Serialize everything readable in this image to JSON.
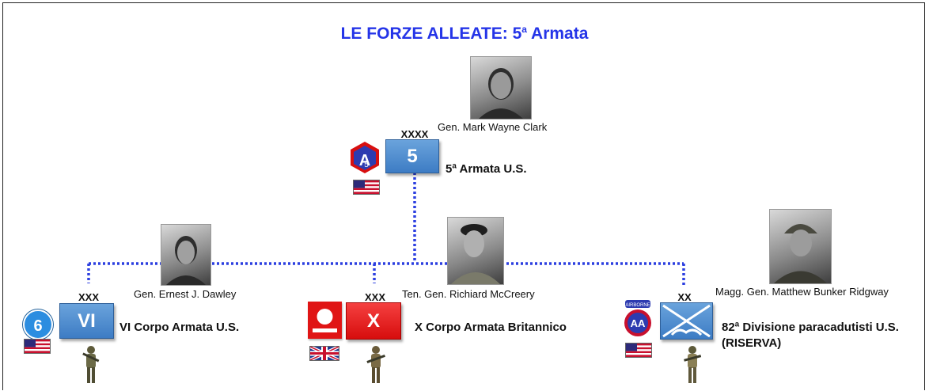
{
  "title": {
    "main": "LE FORZE ALLEATE: 5",
    "sup": "a",
    "tail": " Armata"
  },
  "army": {
    "echelon": "XXXX",
    "symbol": "5",
    "commander": "Gen. Mark Wayne Clark",
    "name": "5ª Armata U.S.",
    "patch_text": "A5",
    "flag": "us-flag"
  },
  "units": [
    {
      "echelon": "XXX",
      "symbol": "VI",
      "patch_text": "6",
      "commander": "Gen. Ernest J. Dawley",
      "name": "VI Corpo Armata U.S.",
      "flag": "us-flag"
    },
    {
      "echelon": "XXX",
      "symbol": "X",
      "commander": "Ten. Gen. Richiard McCreery",
      "name": "X Corpo Armata Britannico",
      "flag": "uk-flag"
    },
    {
      "echelon": "XX",
      "symbol": "airborne-infantry-symbol",
      "patch_top": "AIRBORNE",
      "patch_text": "AA",
      "commander": "Magg. Gen. Matthew Bunker Ridgway",
      "name_line1": "82ª  Divisione paracadutisti U.S.",
      "name_line2": "(RISERVA)",
      "flag": "us-flag"
    }
  ],
  "colors": {
    "title": "#2434e8",
    "connector": "#2c3fe0",
    "us_box": "#4a88cc",
    "uk_box": "#e01515"
  }
}
